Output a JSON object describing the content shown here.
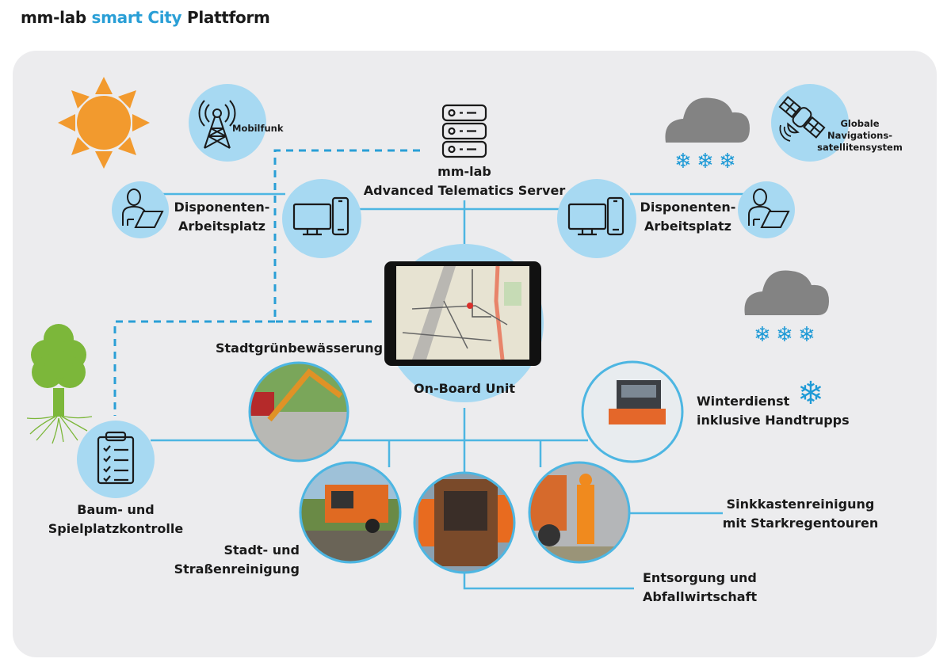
{
  "title": {
    "part1": "mm-lab",
    "part2": "smart City",
    "part3": "Plattform",
    "accent_color": "#2a9fd6"
  },
  "colors": {
    "panel_bg": "#ececee",
    "node_circle": "#a7d9f2",
    "line": "#4db6e2",
    "dashed_line": "#2a9fd6",
    "sun": "#f29a2e",
    "cloud": "#838383",
    "snow": "#1e9ad6",
    "tree": "#7cb73a"
  },
  "nodes": {
    "mobilfunk": {
      "label": "Mobilfunk",
      "icon": "cell-tower-icon"
    },
    "gnss": {
      "lines": [
        "Globale",
        "Navigations-",
        "satellitensystem"
      ],
      "icon": "satellite-icon"
    },
    "server": {
      "lines": [
        "mm-lab",
        "Advanced Telematics Server"
      ],
      "icon": "server-icon"
    },
    "dispatcher_left": {
      "lines": [
        "Disponenten-",
        "Arbeitsplatz"
      ],
      "icon": "dispatcher-icon"
    },
    "dispatcher_right": {
      "lines": [
        "Disponenten-",
        "Arbeitsplatz"
      ],
      "icon": "dispatcher-icon"
    },
    "obu": {
      "label": "On-Board Unit",
      "icon": "tablet-map-icon"
    },
    "baum": {
      "lines": [
        "Baum- und",
        "Spielplatzkontrolle"
      ],
      "icon": "clipboard-checklist-icon"
    },
    "stadtgruen": {
      "label": "Stadtgrünbewässerung",
      "icon": "tractor-photo"
    },
    "strassenreinigung": {
      "lines": [
        "Stadt- und",
        "Straßenreinigung"
      ],
      "icon": "street-sweeper-photo"
    },
    "entsorgung": {
      "lines": [
        "Entsorgung und",
        "Abfallwirtschaft"
      ],
      "icon": "garbage-truck-photo"
    },
    "sinkkasten": {
      "lines": [
        "Sinkkastenreinigung",
        "mit Starkregentouren"
      ],
      "icon": "drain-cleaning-photo"
    },
    "winterdienst": {
      "lines": [
        "Winterdienst",
        "inklusive Handtrupps"
      ],
      "icon": "snowplow-photo"
    }
  },
  "decorations": [
    "sun-icon",
    "snow-cloud-icon",
    "snow-cloud-icon",
    "tree-icon",
    "snowflake-icon"
  ]
}
